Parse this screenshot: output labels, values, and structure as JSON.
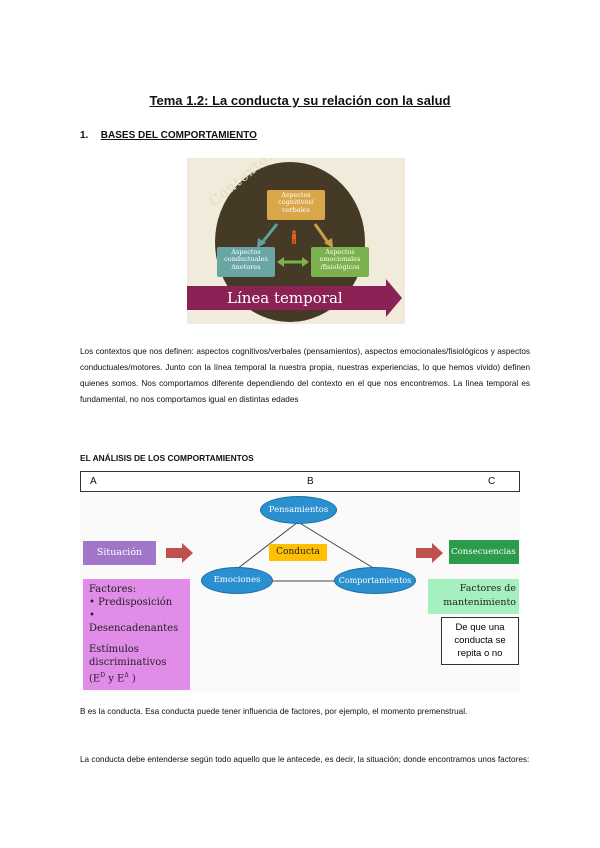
{
  "title": "Tema 1.2: La conducta y su relación con la salud",
  "section1": {
    "number": "1.",
    "label": "BASES DEL COMPORTAMIENTO"
  },
  "figure1": {
    "contextos": "Contextos",
    "cognitivos": [
      "Aspectos",
      "cognitivos/",
      "verbales"
    ],
    "conductuales": [
      "Aspectos",
      "conductuales",
      "/motores"
    ],
    "emocionales": [
      "Aspectos",
      "emocionales",
      "/fisiológicos"
    ],
    "linea": "Línea temporal",
    "colors": {
      "disk": "#453a26",
      "cognitivos": "#d9a64a",
      "conductuales": "#6aa6a4",
      "emocionales": "#7bb24d",
      "band": "#8b2256"
    }
  },
  "paragraph1": "Los contextos que nos definen: aspectos cognitivos/verbales (pensamientos), aspectos emocionales/fisiológicos y aspectos conductuales/motores. Junto con la línea temporal la nuestra propia, nuestras experiencias, lo que hemos vivido) definen quienes somos. Nos comportamos diferente dependiendo del contexto en el que nos encontremos. La línea temporal es fundamental, no nos comportamos igual en distintas edades",
  "section2": "EL ANÁLISIS DE LOS COMPORTAMIENTOS",
  "figure2": {
    "col_a": "A",
    "col_b": "B",
    "col_c": "C",
    "situacion": "Situación",
    "pensamientos": "Pensamientos",
    "conducta": "Conducta",
    "emociones": "Emociones",
    "comportamientos": "Comportamientos",
    "consecuencias": "Consecuencias",
    "factores_title": "Factores:",
    "factores_items": [
      "• Predisposición",
      "• Desencadenantes"
    ],
    "estimulos_1": "Estímulos",
    "estimulos_2": "discriminativos",
    "estimulos_3": "(E",
    "sup_d": "D",
    "y_e": " y E",
    "sup_delta": "Δ",
    "close": " )",
    "mantenimiento": [
      "Factores de",
      "mantenimiento"
    ],
    "repite": [
      "De que una",
      "conducta se",
      "repita o no"
    ],
    "colors": {
      "situacion": "#a176c9",
      "consecuencias": "#2c9b4c",
      "ovals": "#2b90cf",
      "conducta": "#ffc000",
      "factores": "#e18ce8",
      "mantenimiento": "#a6f0bf",
      "arrows": "#c0504d"
    }
  },
  "paragraph2": "B es la conducta. Esa conducta puede tener influencia de factores, por ejemplo, el momento premenstrual.",
  "paragraph3": "La conducta debe entenderse según todo aquello que le antecede, es decir, la situación; donde encontramos unos factores:"
}
